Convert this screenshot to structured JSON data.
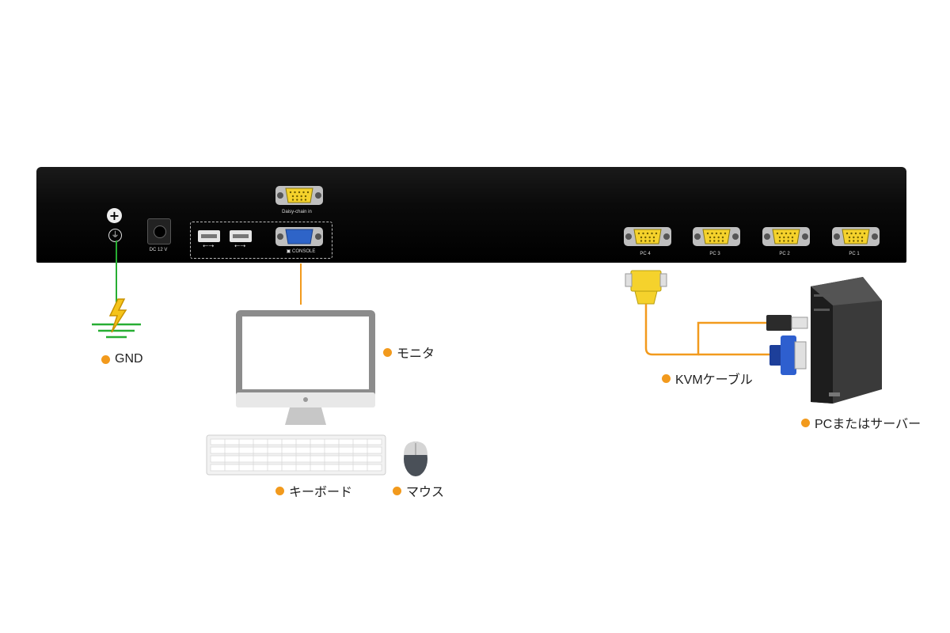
{
  "device": {
    "daisy_chain_label": "Daisy-chain in",
    "dc_label": "DC 12 V",
    "console_label": "CONSOLE",
    "pc_ports": [
      "PC 4",
      "PC 3",
      "PC 2",
      "PC 1"
    ]
  },
  "callouts": {
    "gnd": "GND",
    "monitor": "モニタ",
    "keyboard": "キーボード",
    "mouse": "マウス",
    "kvm_cable": "KVMケーブル",
    "pc_server": "PCまたはサーバー"
  },
  "colors": {
    "accent_orange": "#f29a1d",
    "gnd_green": "#27ae33",
    "vga_yellow": "#f5d22c",
    "vga_blue": "#2e64c8",
    "panel_black": "#0a0a0a"
  }
}
